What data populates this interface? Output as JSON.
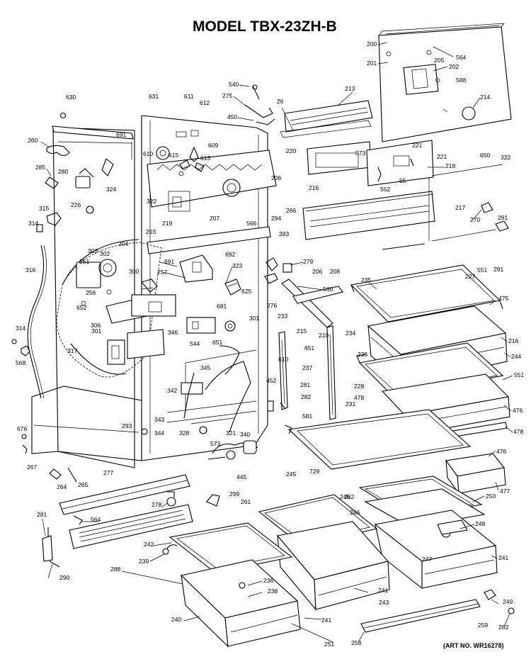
{
  "title": "MODEL TBX-23ZH-B",
  "art_number": "(ART NO. WR16278)",
  "part_labels": [
    "200",
    "201",
    "205",
    "202",
    "564",
    "588",
    "214",
    "650",
    "322",
    "213",
    "540",
    "275",
    "26",
    "450",
    "630",
    "631",
    "611",
    "612",
    "691",
    "609",
    "615",
    "610",
    "613",
    "260",
    "285",
    "280",
    "324",
    "226",
    "216",
    "220",
    "573",
    "221",
    "221",
    "218",
    "552",
    "55",
    "315",
    "314",
    "322",
    "207",
    "206",
    "566",
    "219",
    "203",
    "217",
    "291",
    "291",
    "270",
    "266",
    "294",
    "283",
    "316",
    "303",
    "302",
    "304",
    "300",
    "306",
    "691",
    "257",
    "251",
    "256",
    "652",
    "692",
    "323",
    "625",
    "279",
    "206",
    "208",
    "560",
    "235",
    "551",
    "227",
    "475",
    "276",
    "301",
    "681",
    "317",
    "301",
    "346",
    "233",
    "210",
    "215",
    "234",
    "216",
    "244",
    "314",
    "568",
    "544",
    "651",
    "610",
    "651",
    "237",
    "235",
    "228",
    "551",
    "345",
    "342",
    "452",
    "281",
    "282",
    "478",
    "476",
    "231",
    "343",
    "344",
    "328",
    "293",
    "321",
    "573",
    "340",
    "581",
    "478",
    "676",
    "267",
    "445",
    "476",
    "477",
    "729",
    "264",
    "265",
    "277",
    "278",
    "245",
    "250",
    "261",
    "299",
    "262",
    "564",
    "281",
    "246",
    "248",
    "245",
    "288",
    "242",
    "239",
    "241",
    "247",
    "241",
    "236",
    "238",
    "240",
    "241",
    "243",
    "290",
    "249",
    "282",
    "251",
    "258",
    "259"
  ]
}
